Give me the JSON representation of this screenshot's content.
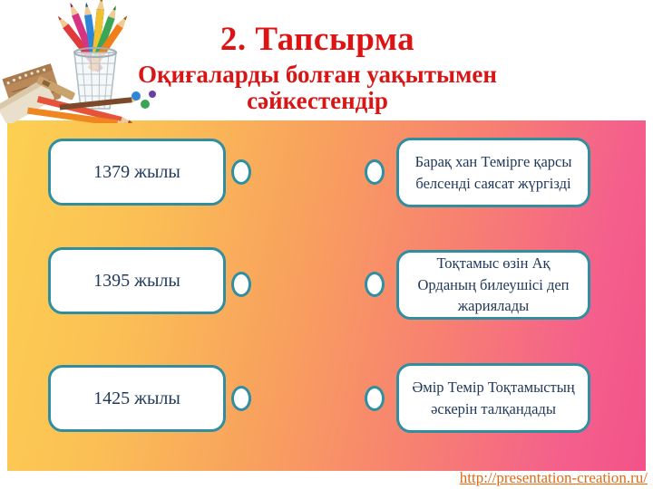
{
  "slide": {
    "title": "2. Тапсырма",
    "subtitle_line1": "Оқиғаларды болған уақытымен",
    "subtitle_line2": "сәйкестендір",
    "footer_link": "http://presentation-creation.ru/"
  },
  "match": {
    "left_items": [
      {
        "label": "1379 жылы"
      },
      {
        "label": "1395 жылы"
      },
      {
        "label": "1425 жылы"
      }
    ],
    "right_items": [
      {
        "label": "Барақ хан Темірге қарсы белсенді саясат жүргізді"
      },
      {
        "label": "Тоқтамыс өзін Ақ Орданың билеушісі деп жариялады"
      },
      {
        "label": "Әмір Темір Тоқтамыстың әскерін талқандады"
      }
    ]
  },
  "colors": {
    "title_red": "#de1414",
    "box_border_teal": "#2f8fa0",
    "box_text_navy": "#20395a",
    "link_orange": "#e8680f",
    "gradient_left_yellow": "#fcd051",
    "gradient_mid_orange": "#f8a05e",
    "gradient_right_pink": "#f25389"
  },
  "decor": {
    "pencils_image": "colored-pencils-in-wire-cup-with-notebooks"
  }
}
